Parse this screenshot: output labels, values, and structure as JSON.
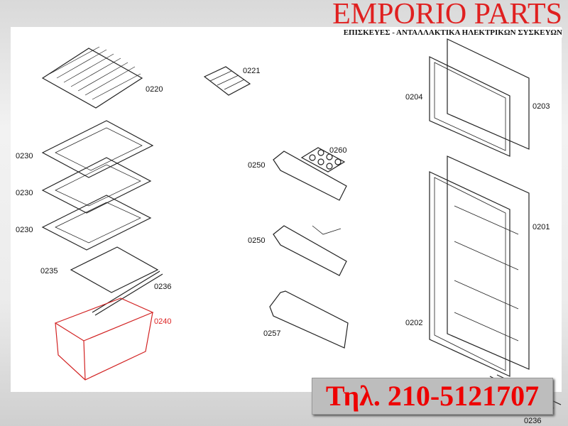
{
  "brand": {
    "title": "EMPORIO PARTS",
    "subtitle": "ΕΠΙΣΚΕΥΕΣ - ΑΝΤΑΛΛΑΚΤΙΚΑ ΗΛΕΚΤΡΙΚΩΝ ΣΥΣΚΕΥΩΝ",
    "accent": "#e02020"
  },
  "phone": {
    "text": "Τηλ. 210-5121707"
  },
  "labels": {
    "p0220": "0220",
    "p0221": "0221",
    "p0230a": "0230",
    "p0230b": "0230",
    "p0230c": "0230",
    "p0235": "0235",
    "p0236a": "0236",
    "p0240": "0240",
    "p0250a": "0250",
    "p0260": "0260",
    "p0250b": "0250",
    "p0257": "0257",
    "p0204": "0204",
    "p0203": "0203",
    "p0201": "0201",
    "p0202": "0202",
    "p0236b": "0236"
  },
  "highlight_color": "#d22222"
}
